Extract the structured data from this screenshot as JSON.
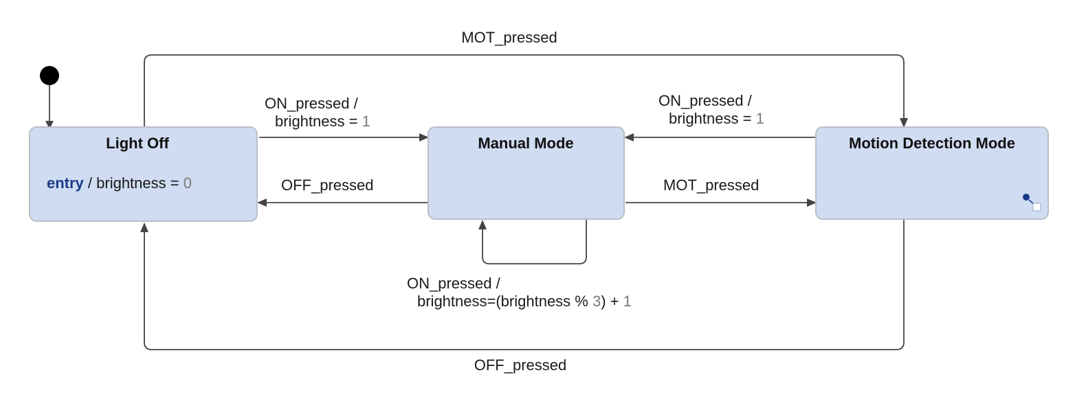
{
  "states": {
    "light_off": {
      "title": "Light Off",
      "entry_keyword": "entry",
      "entry_action": " / brightness = ",
      "entry_value": "0"
    },
    "manual_mode": {
      "title": "Manual Mode"
    },
    "motion_detection_mode": {
      "title": "Motion Detection Mode"
    }
  },
  "transitions": {
    "off_to_motion": {
      "label": "MOT_pressed"
    },
    "off_to_manual": {
      "label_line1": "ON_pressed /",
      "label_line2": "brightness = ",
      "label_value": "1"
    },
    "manual_to_off": {
      "label": "OFF_pressed"
    },
    "motion_to_manual": {
      "label_line1": "ON_pressed /",
      "label_line2": "brightness = ",
      "label_value": "1"
    },
    "manual_to_motion": {
      "label": "MOT_pressed"
    },
    "manual_self": {
      "label_line1": "ON_pressed /",
      "label_line2a": "brightness=(brightness % ",
      "label_mod": "3",
      "label_line2b": ") + ",
      "label_add": "1"
    },
    "motion_to_off": {
      "label": "OFF_pressed"
    }
  },
  "colors": {
    "state_fill": "#cfdcf1",
    "state_border": "#b9bfc9",
    "edge": "#444444",
    "keyword": "#1b3a8a",
    "number": "#7a7a7a"
  },
  "icons": {
    "initial_state": "initial-node-icon",
    "composite": "composite-state-icon"
  }
}
